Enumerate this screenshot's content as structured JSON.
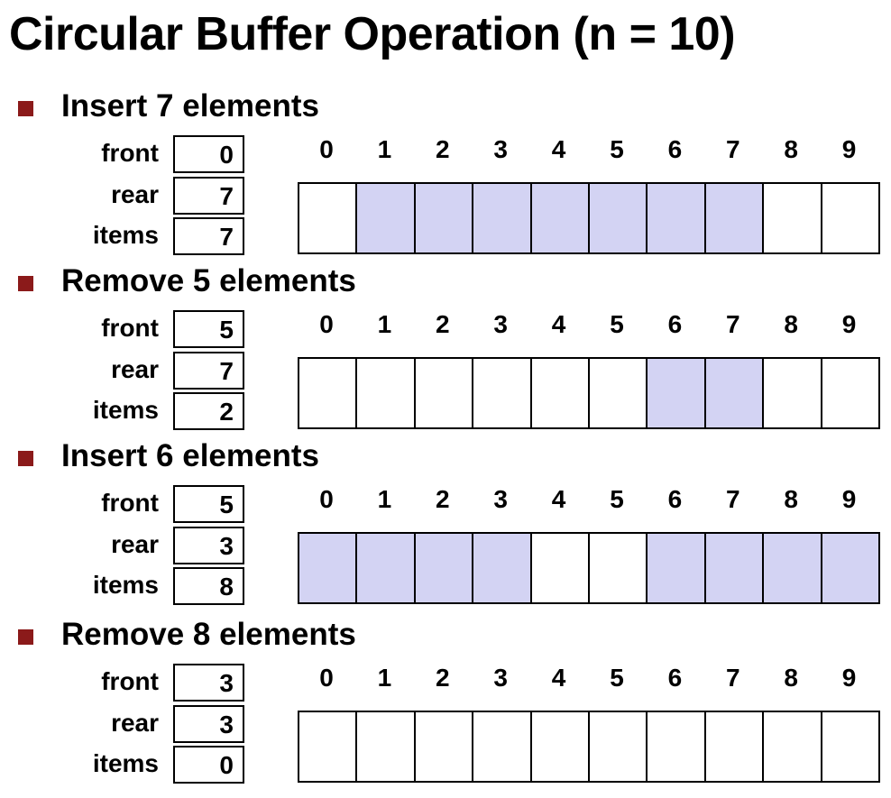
{
  "title": "Circular Buffer Operation (n = 10)",
  "colors": {
    "bullet": "#8b1a1a",
    "filled_cell": "#d3d3f3",
    "empty_cell": "#ffffff",
    "border": "#000000"
  },
  "labels": {
    "front": "front",
    "rear": "rear",
    "items": "items"
  },
  "indices": [
    "0",
    "1",
    "2",
    "3",
    "4",
    "5",
    "6",
    "7",
    "8",
    "9"
  ],
  "steps": [
    {
      "heading": "Insert 7 elements",
      "front": "0",
      "rear": "7",
      "items": "7",
      "filled": [
        false,
        true,
        true,
        true,
        true,
        true,
        true,
        true,
        false,
        false
      ]
    },
    {
      "heading": "Remove 5 elements",
      "front": "5",
      "rear": "7",
      "items": "2",
      "filled": [
        false,
        false,
        false,
        false,
        false,
        false,
        true,
        true,
        false,
        false
      ]
    },
    {
      "heading": "Insert 6 elements",
      "front": "5",
      "rear": "3",
      "items": "8",
      "filled": [
        true,
        true,
        true,
        true,
        false,
        false,
        true,
        true,
        true,
        true
      ]
    },
    {
      "heading": "Remove 8 elements",
      "front": "3",
      "rear": "3",
      "items": "0",
      "filled": [
        false,
        false,
        false,
        false,
        false,
        false,
        false,
        false,
        false,
        false
      ]
    }
  ]
}
